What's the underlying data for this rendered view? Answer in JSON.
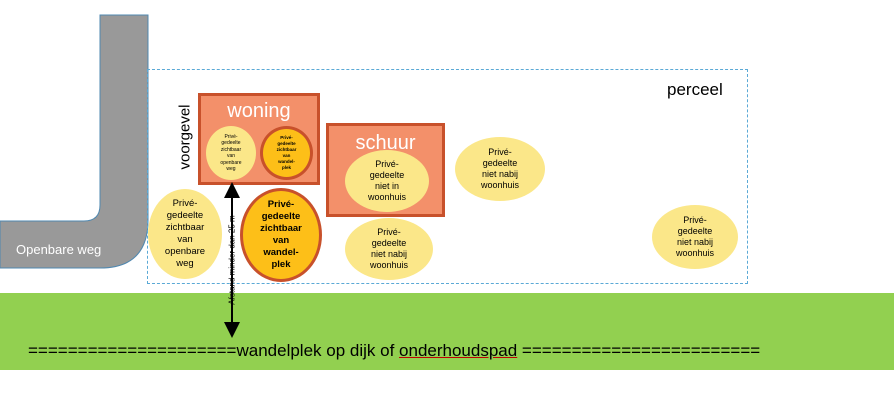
{
  "road": {
    "label": "Openbare weg"
  },
  "parcel": {
    "label": "perceel"
  },
  "facade": {
    "label": "voorgevel"
  },
  "woning": {
    "title": "woning",
    "oval_public": [
      "Privé-",
      "gedeelte",
      "zichtbaar",
      "van",
      "openbare",
      "weg"
    ],
    "oval_walk": [
      "Privé-",
      "gedeelte",
      "zichtbaar",
      "van",
      "wandel-",
      "plek"
    ]
  },
  "schuur": {
    "title": "schuur",
    "oval": [
      "Privé-",
      "gedeelte",
      "niet in",
      "woonhuis"
    ]
  },
  "ovals": {
    "public_large": [
      "Privé-",
      "gedeelte",
      "zichtbaar",
      "van",
      "openbare",
      "weg"
    ],
    "walk_large": [
      "Privé-",
      "gedeelte",
      "zichtbaar",
      "van",
      "wandel-",
      "plek"
    ],
    "near_schuur": [
      "Privé-",
      "gedeelte",
      "niet nabij",
      "woonhuis"
    ],
    "mid_right": [
      "Privé-",
      "gedeelte",
      "niet nabij",
      "woonhuis"
    ],
    "far_right": [
      "Privé-",
      "gedeelte",
      "niet nabij",
      "woonhuis"
    ]
  },
  "distance": {
    "label": "Afstand minder dan 25 m"
  },
  "dike": {
    "prefix": "=====================",
    "text_before": "wandelplek op dijk of ",
    "text_underlined": "onderhoudspad",
    "suffix": " ========================"
  },
  "colors": {
    "road": "#999999",
    "building_fill": "#f3906a",
    "building_border": "#c8512b",
    "oval_yellow": "#fbe789",
    "oval_orange": "#fdbf18",
    "dike": "#92d050",
    "parcel_border": "#5aa9d6"
  }
}
